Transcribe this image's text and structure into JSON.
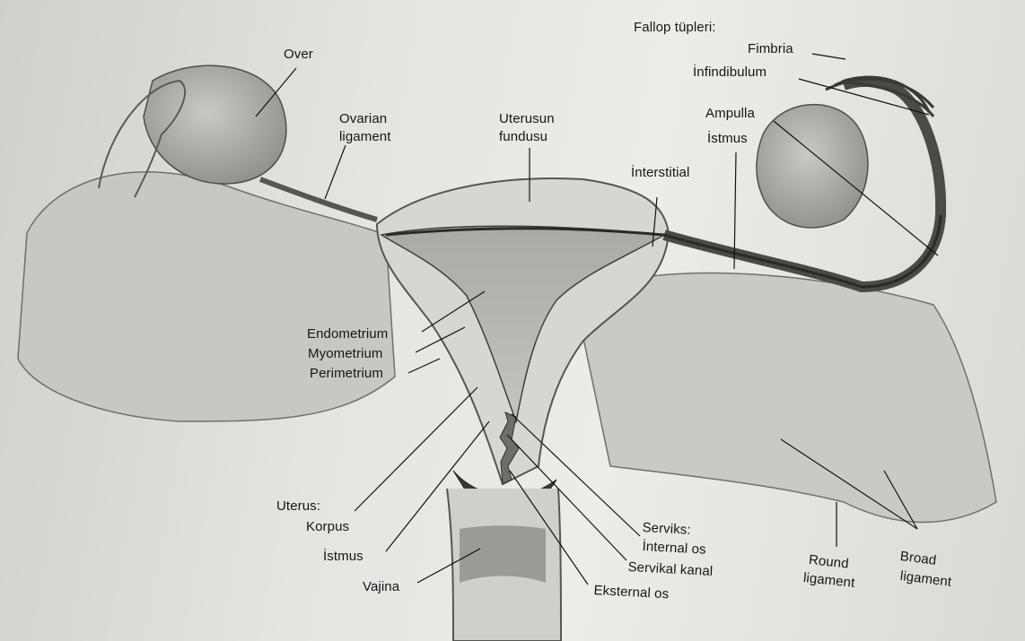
{
  "labels": {
    "over": "Over",
    "ovarian_ligament": [
      "Ovarian",
      "ligament"
    ],
    "uterusun_fundusu": [
      "Uterusun",
      "fundusu"
    ],
    "fallop_tupleri": "Fallop tüpleri:",
    "fimbria": "Fimbria",
    "infindibulum": "İnfindibulum",
    "ampulla": "Ampulla",
    "istmus_tube": "İstmus",
    "interstitial": "İnterstitial",
    "endometrium": "Endometrium",
    "myometrium": "Myometrium",
    "perimetrium": "Perimetrium",
    "uterus": "Uterus:",
    "korpus": "Korpus",
    "istmus_uterus": "İstmus",
    "vajina": "Vajina",
    "serviks": "Serviks:",
    "internal_os": "İnternal os",
    "servikal_kanal": "Servikal kanal",
    "eksternal_os": "Eksternal os",
    "round_ligament": [
      "Round",
      "ligament"
    ],
    "broad_ligament": [
      "Broad",
      "ligament"
    ]
  }
}
